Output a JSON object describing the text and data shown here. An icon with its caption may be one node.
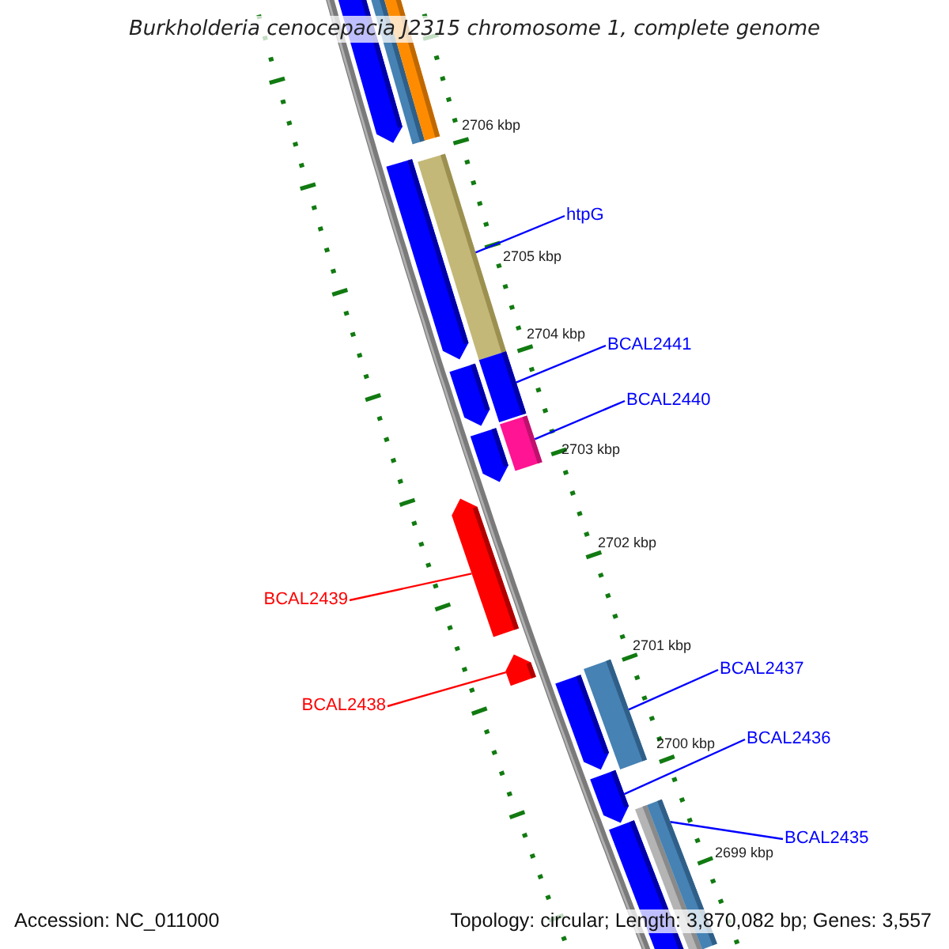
{
  "diagram": {
    "title": "Burkholderia cenocepacia J2315 chromosome 1, complete genome",
    "nodes": [
      {
        "text": [
          "htpG"
        ]
      },
      {
        "text": [],
        "shape": "bar"
      },
      {
        "text": [
          "BCAL2441"
        ]
      },
      {
        "text": [],
        "shape": "bar"
      },
      {
        "text": [
          "BCAL2440"
        ]
      },
      {
        "text": [],
        "shape": "bar"
      },
      {
        "text": [
          "BCAL2439"
        ]
      },
      {
        "text": [],
        "shape": "pentagon"
      },
      {
        "text": [
          "BCAL2438"
        ]
      },
      {
        "text": [],
        "shape": "pentagon"
      },
      {
        "text": [
          "BCAL2437"
        ]
      },
      {
        "text": [],
        "shape": "bar"
      },
      {
        "text": [
          "BCAL2436"
        ]
      },
      {
        "text": [],
        "shape": "pentagon"
      },
      {
        "text": [
          "BCAL2435"
        ]
      },
      {
        "text": [],
        "shape": "bar"
      },
      {
        "text": [],
        "shape": "pentagon"
      },
      {
        "text": [],
        "shape": "bar"
      },
      {
        "text": [],
        "shape": "bar"
      },
      {
        "text": [],
        "shape": "pentagon"
      },
      {
        "text": [],
        "shape": "pentagon"
      },
      {
        "text": [],
        "shape": "pentagon"
      },
      {
        "text": [],
        "shape": "pentagon"
      },
      {
        "text": [],
        "shape": "bar"
      }
    ],
    "edges": [
      {
        "from": 0,
        "to": 1,
        "arrow": "none"
      },
      {
        "from": 2,
        "to": 3,
        "arrow": "none"
      },
      {
        "from": 4,
        "to": 5,
        "arrow": "none"
      },
      {
        "from": 6,
        "to": 7,
        "arrow": "none",
        "color": "#ff0000"
      },
      {
        "from": 8,
        "to": 9,
        "arrow": "none",
        "color": "#ff0000"
      },
      {
        "from": 10,
        "to": 11,
        "arrow": "none"
      },
      {
        "from": 12,
        "to": 13,
        "arrow": "none"
      },
      {
        "from": 14,
        "to": 15,
        "arrow": "none"
      }
    ],
    "labels": [
      "2706 kbp",
      "2705 kbp",
      "2704 kbp",
      "2703 kbp",
      "2702 kbp",
      "2701 kbp",
      "2700 kbp",
      "2699 kbp",
      "Accession: NC_011000",
      "Topology: circular; Length: 3,870,082 bp; Genes: 3,557"
    ]
  }
}
